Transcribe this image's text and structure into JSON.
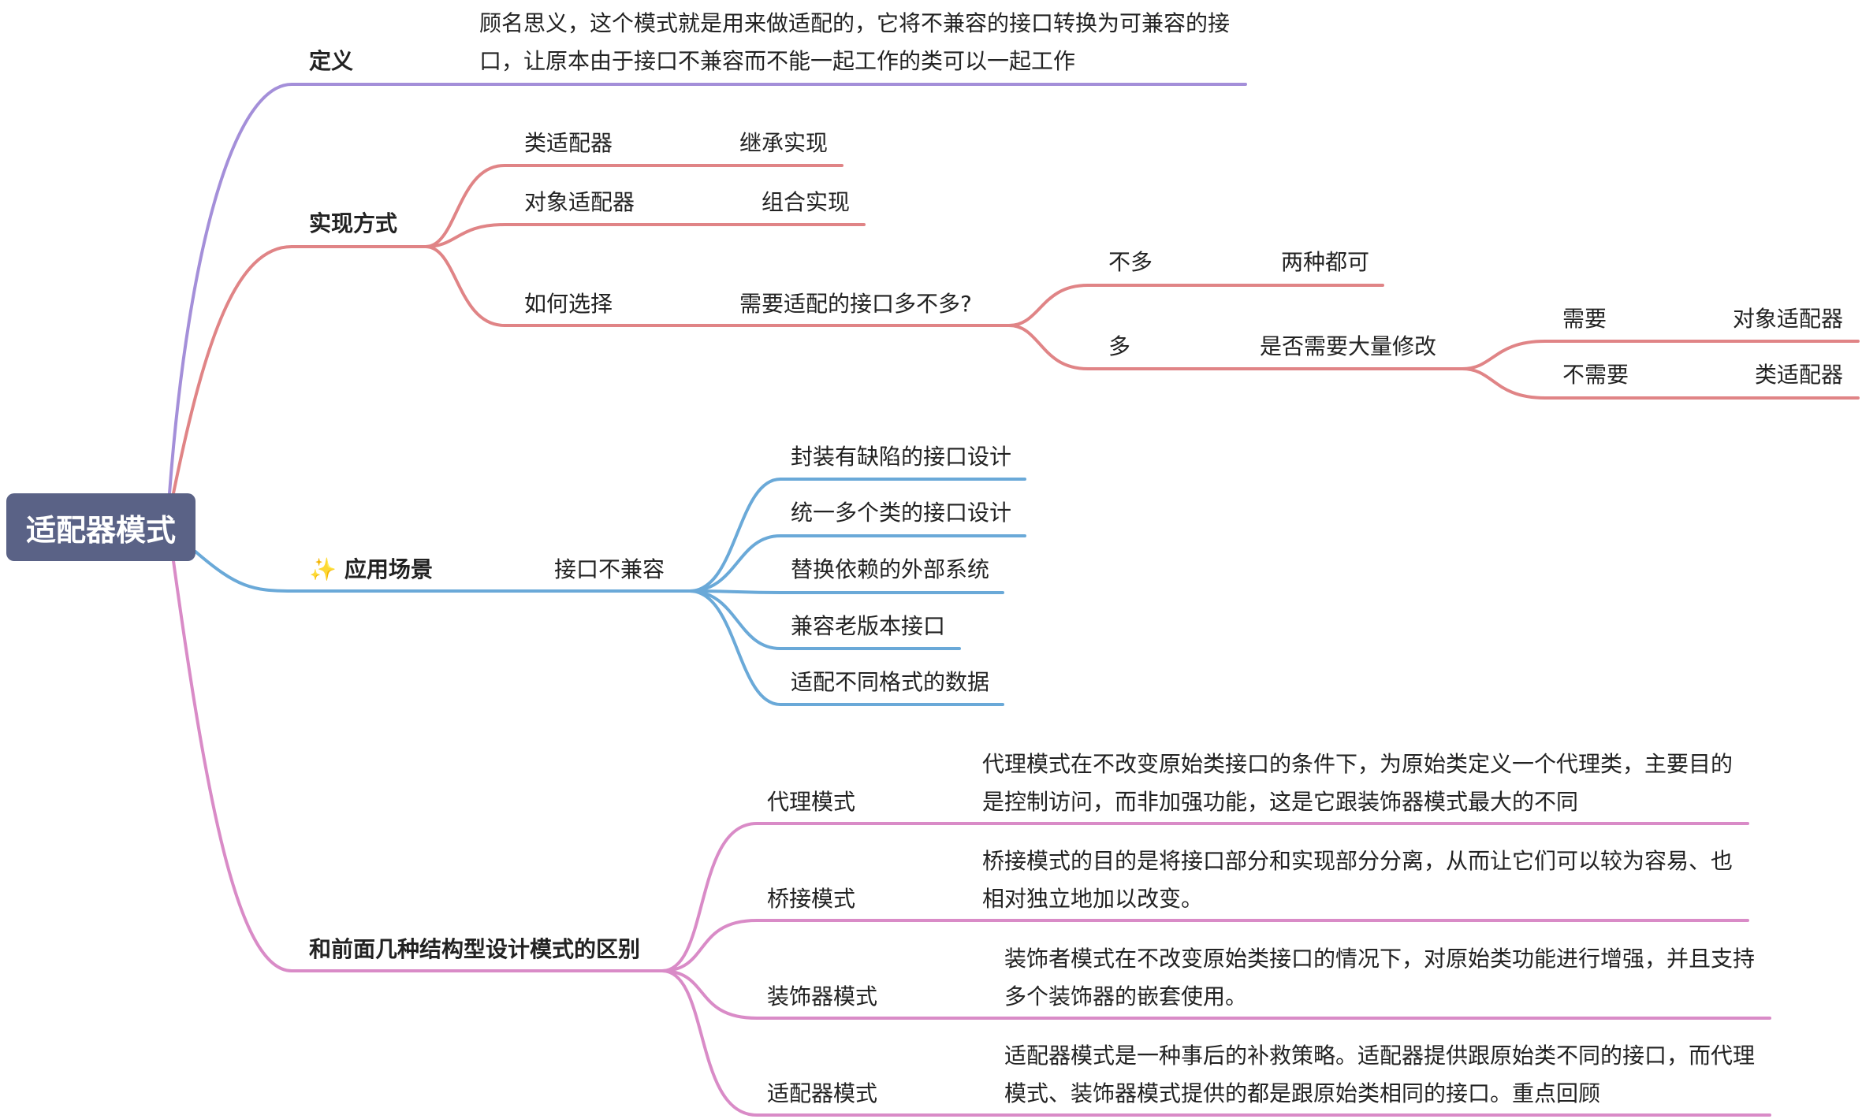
{
  "root": {
    "label": "适配器模式"
  },
  "colors": {
    "definition": "#a48fd9",
    "implementation": "#e08486",
    "scenario": "#6aa9d8",
    "difference": "#d98bc7",
    "root_bg": "#5a6286"
  },
  "definition": {
    "label": "定义",
    "text": "顾名思义，这个模式就是用来做适配的，它将不兼容的接口转换为可兼容的接口，让原本由于接口不兼容而不能一起工作的类可以一起工作"
  },
  "implementation": {
    "label": "实现方式",
    "class_adapter": {
      "label": "类适配器",
      "detail": "继承实现"
    },
    "object_adapter": {
      "label": "对象适配器",
      "detail": "组合实现"
    },
    "choose": {
      "label": "如何选择",
      "question": "需要适配的接口多不多?",
      "few": {
        "label": "不多",
        "result": "两种都可"
      },
      "many": {
        "label": "多",
        "question": "是否需要大量修改",
        "yes": {
          "label": "需要",
          "result": "对象适配器"
        },
        "no": {
          "label": "不需要",
          "result": "类适配器"
        }
      }
    }
  },
  "scenario": {
    "icon": "sparkles-icon",
    "icon_glyph": "✨",
    "label": "应用场景",
    "sub": "接口不兼容",
    "items": [
      "封装有缺陷的接口设计",
      "统一多个类的接口设计",
      "替换依赖的外部系统",
      "兼容老版本接口",
      "适配不同格式的数据"
    ]
  },
  "difference": {
    "label": "和前面几种结构型设计模式的区别",
    "items": [
      {
        "label": "代理模式",
        "text": "代理模式在不改变原始类接口的条件下，为原始类定义一个代理类，主要目的是控制访问，而非加强功能，这是它跟装饰器模式最大的不同"
      },
      {
        "label": "桥接模式",
        "text": "桥接模式的目的是将接口部分和实现部分分离，从而让它们可以较为容易、也相对独立地加以改变。"
      },
      {
        "label": "装饰器模式",
        "text": "装饰者模式在不改变原始类接口的情况下，对原始类功能进行增强，并且支持多个装饰器的嵌套使用。"
      },
      {
        "label": "适配器模式",
        "text": "适配器模式是一种事后的补救策略。适配器提供跟原始类不同的接口，而代理模式、装饰器模式提供的都是跟原始类相同的接口。重点回顾"
      }
    ]
  }
}
